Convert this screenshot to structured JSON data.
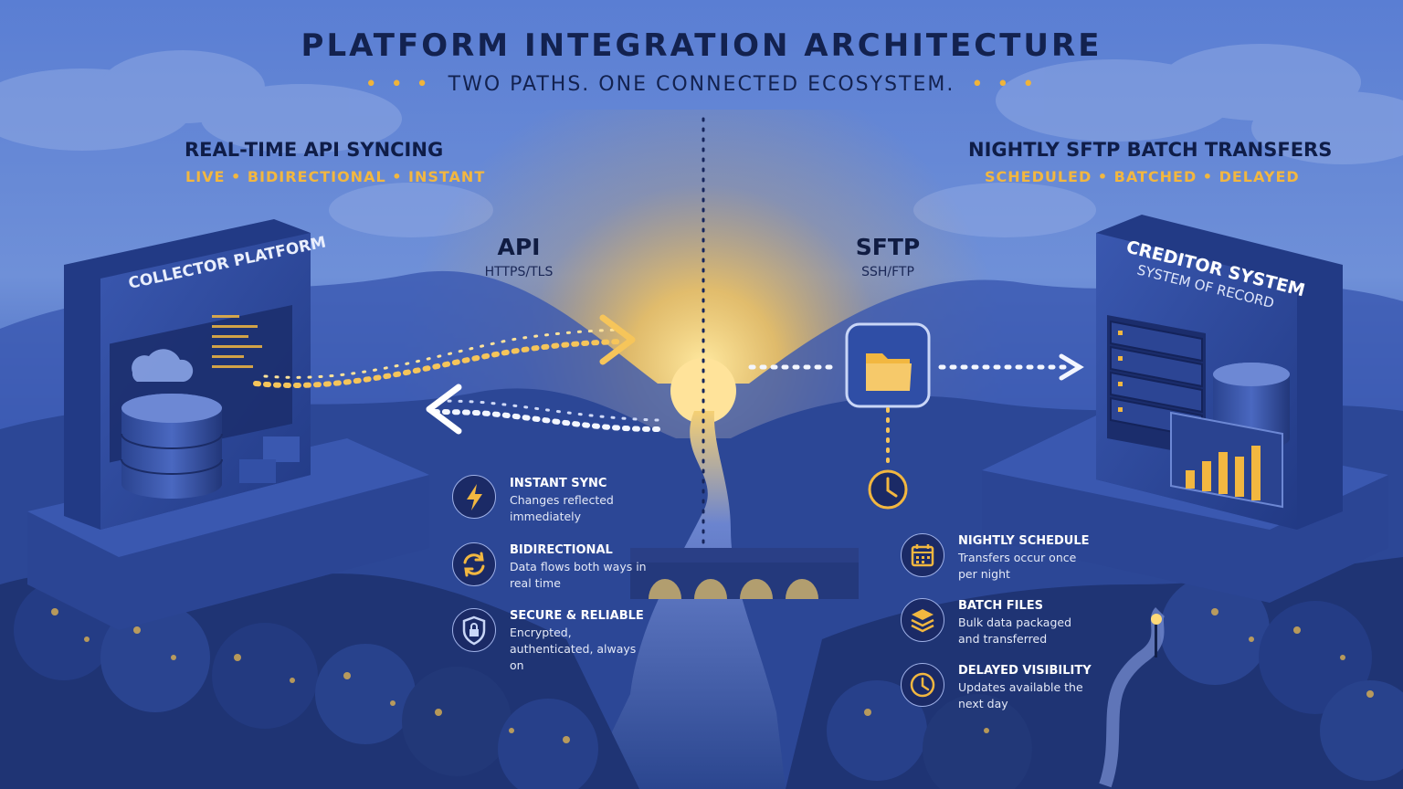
{
  "title": "PLATFORM INTEGRATION ARCHITECTURE",
  "subtitle": "TWO PATHS. ONE CONNECTED ECOSYSTEM.",
  "subtitle_dots": "• • •",
  "left_path": {
    "heading": "REAL-TIME API SYNCING",
    "tags": "LIVE • BIDIRECTIONAL • INSTANT",
    "protocol": "API",
    "protocol_sub": "HTTPS/TLS",
    "platform_label": "COLLECTOR PLATFORM",
    "features": [
      {
        "icon": "lightning-icon",
        "title": "INSTANT SYNC",
        "desc": "Changes reflected immediately"
      },
      {
        "icon": "sync-arrows-icon",
        "title": "BIDIRECTIONAL",
        "desc": "Data flows both ways in real time"
      },
      {
        "icon": "shield-lock-icon",
        "title": "SECURE & RELIABLE",
        "desc": "Encrypted, authenticated, always on"
      }
    ]
  },
  "right_path": {
    "heading": "NIGHTLY SFTP BATCH TRANSFERS",
    "tags": "SCHEDULED • BATCHED • DELAYED",
    "protocol": "SFTP",
    "protocol_sub": "SSH/FTP",
    "system_label": "CREDITOR SYSTEM",
    "system_sublabel": "SYSTEM OF RECORD",
    "features": [
      {
        "icon": "calendar-icon",
        "title": "NIGHTLY SCHEDULE",
        "desc": "Transfers occur once per night"
      },
      {
        "icon": "stacked-layers-icon",
        "title": "BATCH FILES",
        "desc": "Bulk data packaged and transferred"
      },
      {
        "icon": "clock-icon",
        "title": "DELAYED VISIBILITY",
        "desc": "Updates available the next day"
      }
    ]
  },
  "colors": {
    "sky": "#3f63c4",
    "sky_light": "#7896dc",
    "navy": "#13224f",
    "gold": "#f2b740",
    "sun": "#ffd978",
    "forest": "#1f3474"
  }
}
